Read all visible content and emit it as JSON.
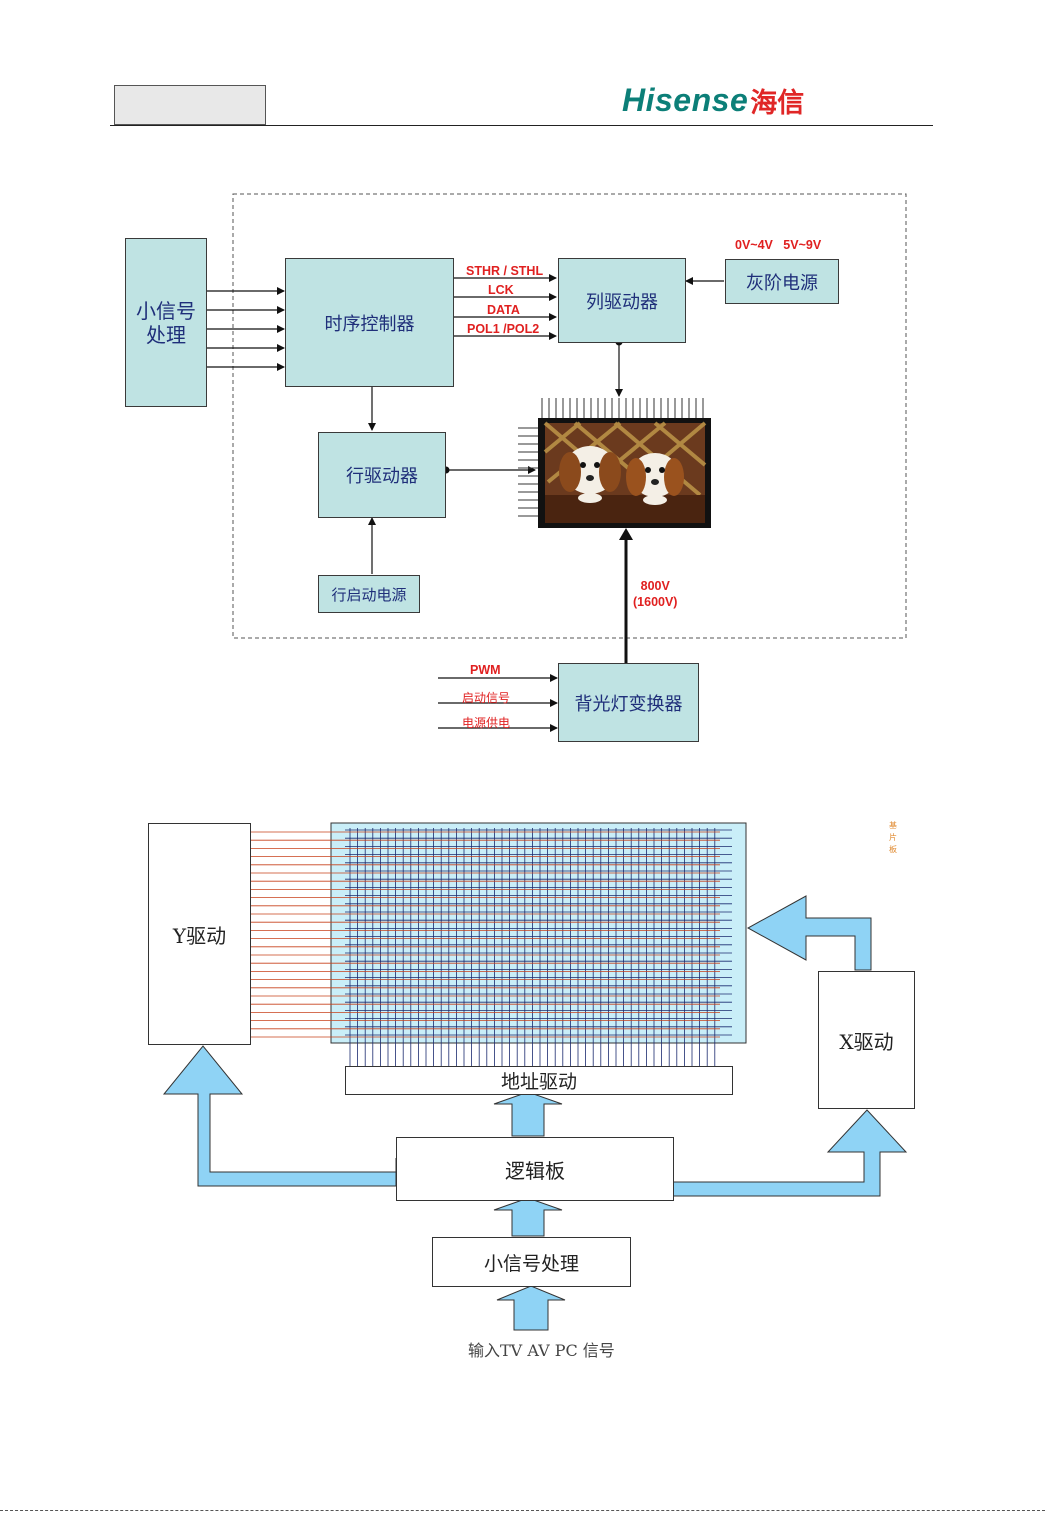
{
  "header": {
    "brand": "Hisense",
    "brand_cn": "海信",
    "blank_box_text": ""
  },
  "diagram1": {
    "small_signal": "小信号\n处理",
    "timing_controller": "时序控制器",
    "column_driver": "列驱动器",
    "gray_power": "灰阶电源",
    "gray_voltages": "0V~4V   5V~9V",
    "row_driver": "行驱动器",
    "row_start_power": "行启动电源",
    "backlight_inverter": "背光灯变换器",
    "signals": [
      "STHR / STHL",
      "LCK",
      "DATA",
      "POL1 /POL2"
    ],
    "voltage": "800V\n(1600V)",
    "inverter_inputs": [
      "PWM",
      "启动信号",
      "电源供电"
    ]
  },
  "diagram2": {
    "y_driver": "Y驱动",
    "x_driver": "X驱动",
    "address_driver": "地址驱动",
    "logic_board": "逻辑板",
    "small_signal": "小信号处理",
    "input": "输入TV AV PC 信号",
    "side_note": "基\n片\n板"
  },
  "colors": {
    "box_fill": "#bfe3e3",
    "box_text": "#1f2f7a",
    "signal_red": "#e02020",
    "arrow_blue": "#8fd3f5",
    "brand_teal": "#0c7f78",
    "brand_red": "#e02626"
  }
}
